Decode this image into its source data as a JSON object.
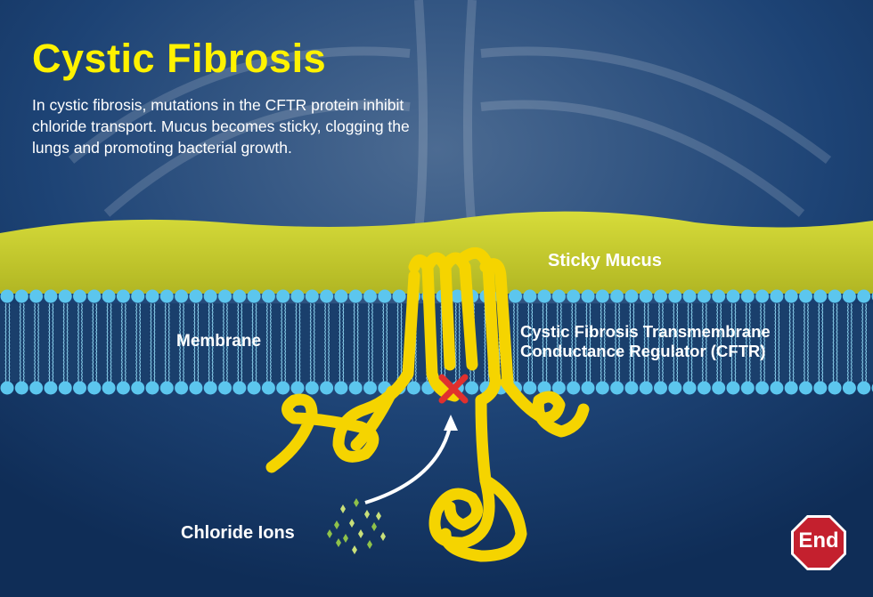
{
  "title": "Cystic Fibrosis",
  "description": "In cystic fibrosis, mutations in the CFTR protein inhibit chloride transport. Mucus becomes sticky, clogging the lungs and promoting bacterial growth.",
  "labels": {
    "mucus": "Sticky Mucus",
    "membrane": "Membrane",
    "cftr_line1": "Cystic Fibrosis Transmembrane",
    "cftr_line2": "Conductance Regulator  (CFTR)",
    "ions": "Chloride Ions"
  },
  "end_button": "End",
  "colors": {
    "background": "#123563",
    "mucus": "#c8cf2a",
    "lipid": "#5cc6ee",
    "protein": "#f5d400",
    "block": "#e0302e",
    "stop": "#c4202e"
  }
}
